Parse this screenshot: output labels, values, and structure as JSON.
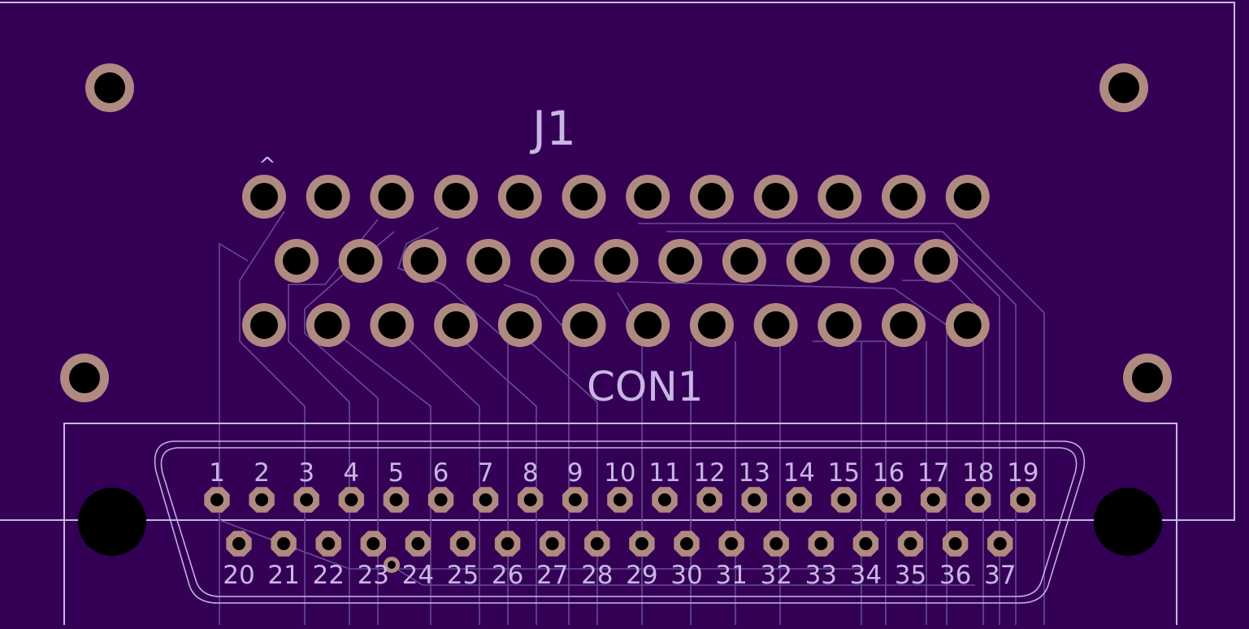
{
  "board": {
    "background": "#330055",
    "outline_color": "#c9b6e4",
    "trace_color": "#6a4c93",
    "pad_color": "#b08a80",
    "drill_color": "#000000"
  },
  "labels": {
    "j1": "J1",
    "con1": "CON1",
    "pin1_marker": "^"
  },
  "connector_j1": {
    "rows": [
      12,
      11,
      12
    ]
  },
  "connector_con1": {
    "top_pins": [
      "1",
      "2",
      "3",
      "4",
      "5",
      "6",
      "7",
      "8",
      "9",
      "10",
      "11",
      "12",
      "13",
      "14",
      "15",
      "16",
      "17",
      "18",
      "19"
    ],
    "bottom_pins": [
      "20",
      "21",
      "22",
      "23",
      "24",
      "25",
      "26",
      "27",
      "28",
      "29",
      "30",
      "31",
      "32",
      "33",
      "34",
      "35",
      "36",
      "37"
    ]
  },
  "icons": {
    "mounting_hole": "mounting-hole-icon",
    "via": "via-icon"
  }
}
